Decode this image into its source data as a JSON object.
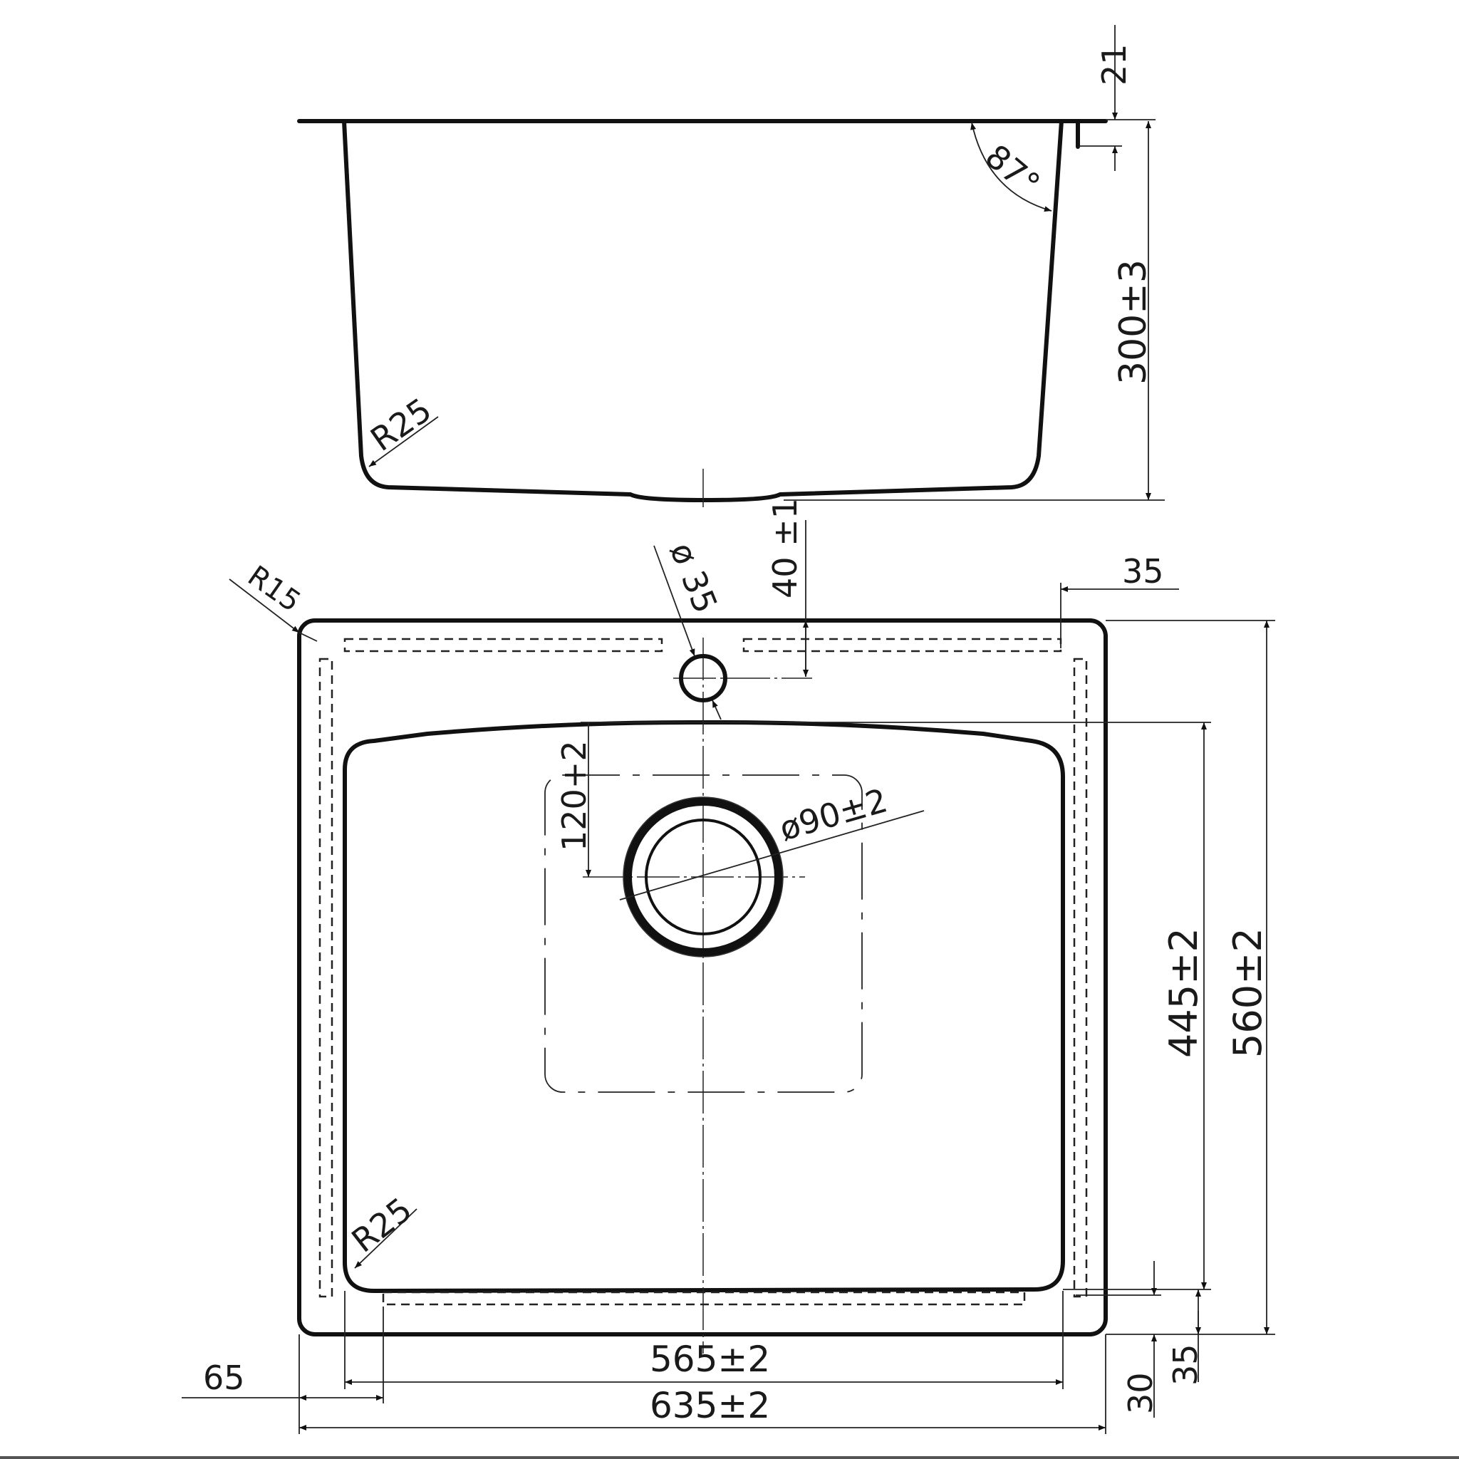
{
  "drawing": {
    "type": "technical-drawing",
    "subject": "single-bowl kitchen sink",
    "views": [
      "section-view",
      "plan-view"
    ],
    "colors": {
      "line": "#111111",
      "background": "#ffffff"
    }
  },
  "section_view": {
    "dim_rim_thickness": "21",
    "dim_depth": "300±3",
    "dim_wall_angle": "87°",
    "dim_bottom_radius": "R25"
  },
  "plan_view": {
    "dim_corner_radius_outer": "R15",
    "dim_tap_hole_diameter": "ø 35",
    "dim_tap_hole_offset": "40 ±1",
    "dim_flange_right": "35",
    "dim_drain_offset": "120+2",
    "dim_drain_diameter": "ø90±2",
    "dim_bowl_depth_inner": "445±2",
    "dim_overall_depth": "560±2",
    "dim_bowl_corner_radius": "R25",
    "dim_bowl_width": "565±2",
    "dim_overall_width": "635±2",
    "dim_left_offset": "65",
    "dim_bottom_flange_30": "30",
    "dim_bottom_flange_35": "35"
  }
}
